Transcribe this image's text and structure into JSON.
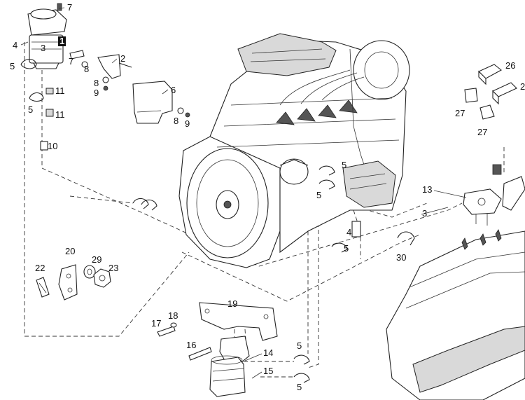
{
  "labels": {
    "l1": "1",
    "l2": "2",
    "l3a": "3",
    "l3b": "3",
    "l4a": "4",
    "l4b": "4",
    "l5a": "5",
    "l5b": "5",
    "l5c": "5",
    "l5d": "5",
    "l5e": "5",
    "l5f": "5",
    "l5g": "5",
    "l6": "6",
    "l7a": "7",
    "l7b": "7",
    "l8a": "8",
    "l8b": "8",
    "l8c": "8",
    "l9a": "9",
    "l9b": "9",
    "l10": "10",
    "l11a": "11",
    "l11b": "11",
    "l13": "13",
    "l14": "14",
    "l15": "15",
    "l16": "16",
    "l17": "17",
    "l18": "18",
    "l19": "19",
    "l20": "20",
    "l22": "22",
    "l23": "23",
    "l26": "26",
    "l26b": "2",
    "l27a": "27",
    "l27b": "27",
    "l29": "29",
    "l30": "30"
  }
}
